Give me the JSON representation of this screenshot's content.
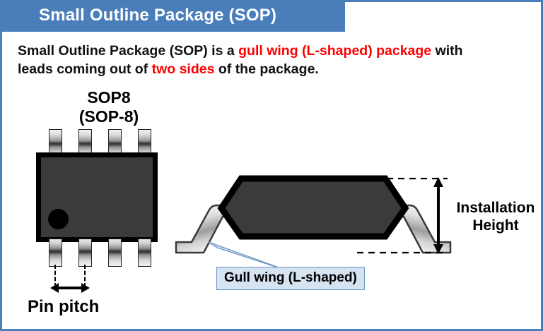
{
  "page": {
    "border_color": "#4a7ebb",
    "background": "#ffffff"
  },
  "header": {
    "title": "Small Outline Package (SOP)",
    "banner_color": "#4a7ebb",
    "title_color": "#ffffff"
  },
  "body_text": {
    "line1_part1": "Small Outline Package (SOP) is a ",
    "line1_highlight": "gull wing (L-shaped) package",
    "line1_part2": " with",
    "line2_part1": "leads coming out of ",
    "line2_highlight": "two sides",
    "line2_part2": " of the package.",
    "highlight_color": "#ff0000"
  },
  "top_view": {
    "label_line1": "SOP8",
    "label_line2": "(SOP-8)",
    "body_color": "#3b3b3b",
    "border_color": "#000000",
    "pin_count": 8,
    "leads_per_side": 4,
    "pin1_marker": "pin-1-dot"
  },
  "pin_pitch": {
    "label": "Pin pitch",
    "arrow": "double-headed-horizontal-arrow"
  },
  "side_view": {
    "body_color": "#3b3b3b",
    "body_outline": "#000000",
    "lead_shape": "gull-wing",
    "lead_fill_light": "#e9e9e9",
    "lead_fill_dark": "#8c8c8c"
  },
  "installation_height": {
    "label_line1": "Installation",
    "label_line2": "Height",
    "arrow": "double-headed-vertical-arrow"
  },
  "callout": {
    "text": "Gull wing (L-shaped)",
    "fill": "#d6e3f0",
    "border": "#6b94c4",
    "pointer": "triangular-leader-line"
  }
}
